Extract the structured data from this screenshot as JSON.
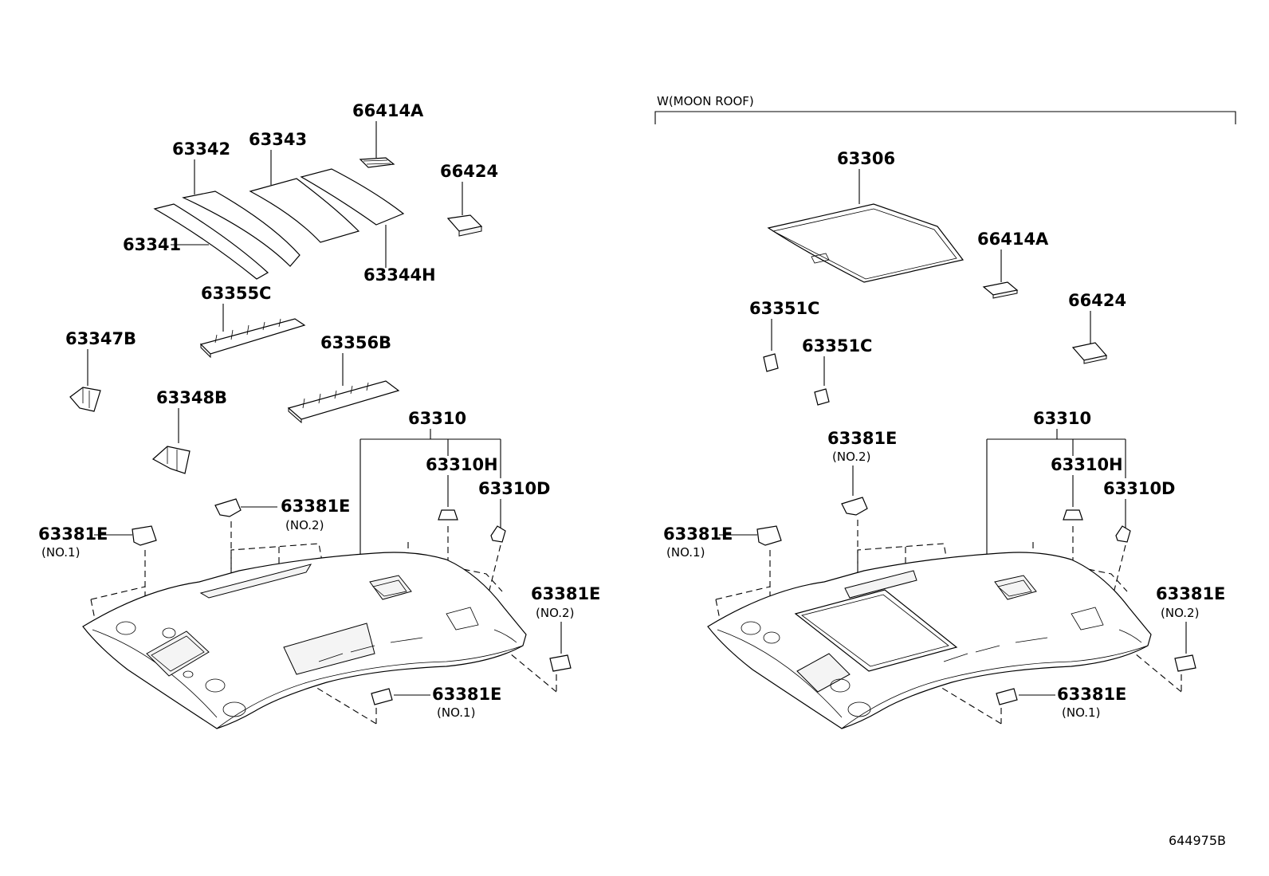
{
  "figure_number": "644975B",
  "condition_note": "W(MOON ROOF)",
  "left_labels": {
    "p66414A": "66414A",
    "p63343": "63343",
    "p63342": "63342",
    "p66424": "66424",
    "p63341": "63341",
    "p63344H": "63344H",
    "p63355C": "63355C",
    "p63347B": "63347B",
    "p63356B": "63356B",
    "p63348B": "63348B",
    "p63310": "63310",
    "p63310H": "63310H",
    "p63310D": "63310D",
    "p63381E_top": "63381E",
    "p63381E_top_note": "(NO.2)",
    "p63381E_left": "63381E",
    "p63381E_left_note": "(NO.1)",
    "p63381E_right": "63381E",
    "p63381E_right_note": "(NO.2)",
    "p63381E_bottom": "63381E",
    "p63381E_bottom_note": "(NO.1)"
  },
  "right_labels": {
    "p63306": "63306",
    "p66414A": "66414A",
    "p66424": "66424",
    "p63351C_a": "63351C",
    "p63351C_b": "63351C",
    "p63381E_top": "63381E",
    "p63381E_top_note": "(NO.2)",
    "p63310": "63310",
    "p63310H": "63310H",
    "p63310D": "63310D",
    "p63381E_left": "63381E",
    "p63381E_left_note": "(NO.1)",
    "p63381E_right": "63381E",
    "p63381E_right_note": "(NO.2)",
    "p63381E_bottom": "63381E",
    "p63381E_bottom_note": "(NO.1)"
  }
}
